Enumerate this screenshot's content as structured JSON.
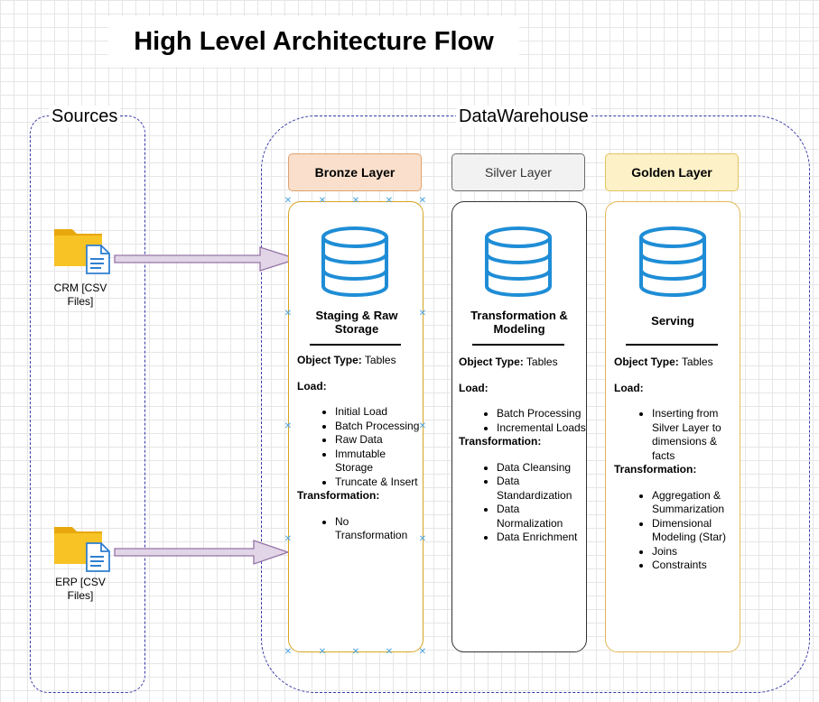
{
  "title": "High Level Architecture Flow",
  "sources": {
    "label": "Sources",
    "items": [
      {
        "label": "CRM [CSV Files]",
        "icon": "folder-file-icon"
      },
      {
        "label": "ERP [CSV Files]",
        "icon": "folder-file-icon"
      }
    ]
  },
  "warehouse": {
    "label": "DataWarehouse",
    "layers": [
      {
        "name": "Bronze Layer",
        "header_fill": "#fae0cc",
        "header_stroke": "#e0a16f",
        "card_stroke": "#d6a520",
        "purpose": "Staging & Raw Storage",
        "object_type_label": "Object Type:",
        "object_type": "Tables",
        "load_label": "Load:",
        "load": [
          "Initial Load",
          "Batch Processing",
          "Raw Data",
          " Immutable Storage",
          "Truncate & Insert"
        ],
        "transformation_label": "Transformation:",
        "transformation": [
          "No Transformation"
        ]
      },
      {
        "name": "Silver Layer",
        "header_fill": "#f2f2f2",
        "header_stroke": "#6b6b6b",
        "card_stroke": "#333333",
        "purpose": "Transformation & Modeling",
        "object_type_label": "Object Type:",
        "object_type": "Tables",
        "load_label": "Load:",
        "load": [
          "Batch Processing",
          "Incremental Loads"
        ],
        "transformation_label": "Transformation:",
        "transformation": [
          "Data Cleansing",
          "Data Standardization",
          "Data Normalization",
          "Data Enrichment"
        ]
      },
      {
        "name": "Golden Layer",
        "header_fill": "#fdf1c8",
        "header_stroke": "#e2c35d",
        "card_stroke": "#e2b857",
        "purpose": "Serving",
        "object_type_label": "Object Type:",
        "object_type": "Tables",
        "load_label": "Load:",
        "load": [
          "Inserting from Silver Layer to dimensions & facts"
        ],
        "transformation_label": "Transformation:",
        "transformation": [
          "Aggregation & Summarization",
          "Dimensional Modeling (Star)",
          "Joins",
          "Constraints"
        ]
      }
    ]
  },
  "colors": {
    "database_icon": "#1f8dd6",
    "folder": "#f7c325",
    "file_doc": "#2f7fd1",
    "arrow_fill": "#e1d5e7",
    "arrow_stroke": "#9673a6",
    "group_border": "#3a3aa8"
  }
}
